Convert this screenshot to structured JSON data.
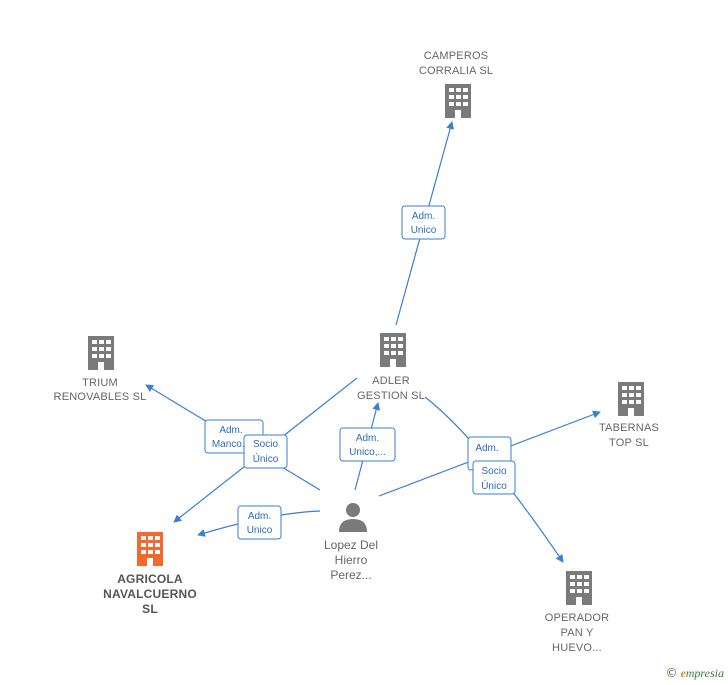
{
  "nodes": {
    "campero": {
      "lines": [
        "CAMPEROS",
        "CORRALIA  SL"
      ]
    },
    "adler": {
      "lines": [
        "ADLER",
        "GESTION SL"
      ]
    },
    "trium": {
      "lines": [
        "TRIUM",
        "RENOVABLES SL"
      ]
    },
    "tabernas": {
      "lines": [
        "TABERNAS",
        "TOP  SL"
      ]
    },
    "agricola": {
      "lines": [
        "AGRICOLA",
        "NAVALCUERNO",
        "SL"
      ],
      "highlight": true
    },
    "operador": {
      "lines": [
        "OPERADOR",
        "PAN Y",
        "HUEVO..."
      ]
    },
    "person": {
      "lines": [
        "Lopez Del",
        "Hierro",
        "Perez..."
      ]
    }
  },
  "edge_labels": {
    "adler_campero": [
      "Adm.",
      "Unico"
    ],
    "person_adler": [
      "Adm.",
      "Unico,..."
    ],
    "adler_trium": [
      "Adm.",
      "Manco..."
    ],
    "adler_agricola": [
      "Socio",
      "Único"
    ],
    "person_agricola": [
      "Adm.",
      "Unico"
    ],
    "person_tabernas": [
      "Adm.",
      "..."
    ],
    "adler_operador": [
      "Socio",
      "Único"
    ]
  },
  "colors": {
    "edge": "#3a7fd0",
    "company_icon": "#7a7a7a",
    "focus_icon": "#f26a2e",
    "person_icon": "#7a7a7a"
  },
  "brand": {
    "copyright": "©",
    "initial": "e",
    "rest": "mpresia"
  }
}
